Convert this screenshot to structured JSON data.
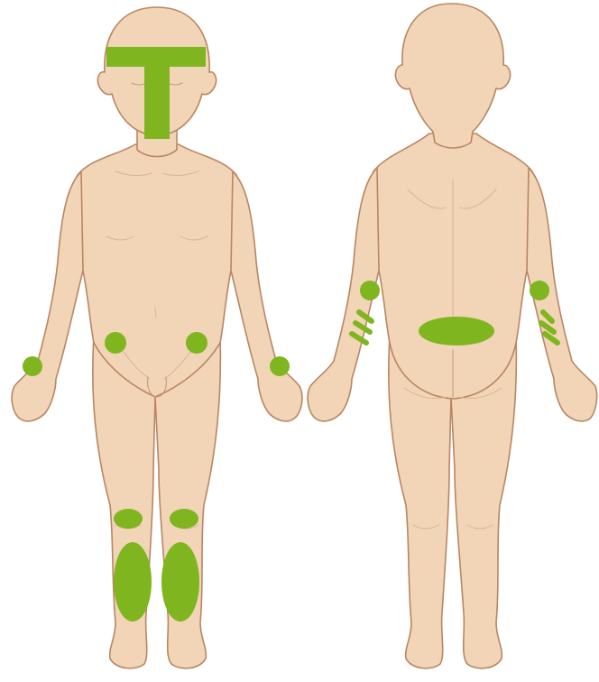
{
  "colors": {
    "background": "#ffffff",
    "skin": "#f2d5b6",
    "outline": "#b88664",
    "highlight": "#7fb51f"
  },
  "views": [
    "front",
    "back"
  ],
  "highlighted_regions": {
    "front": [
      "forehead",
      "nose-and-central-face",
      "left-wrist",
      "right-wrist",
      "left-groin",
      "right-groin",
      "left-knee",
      "right-knee",
      "left-shin",
      "right-shin"
    ],
    "back": [
      "left-elbow",
      "right-elbow",
      "left-forearm-stripes",
      "right-forearm-stripes",
      "lower-back"
    ]
  }
}
